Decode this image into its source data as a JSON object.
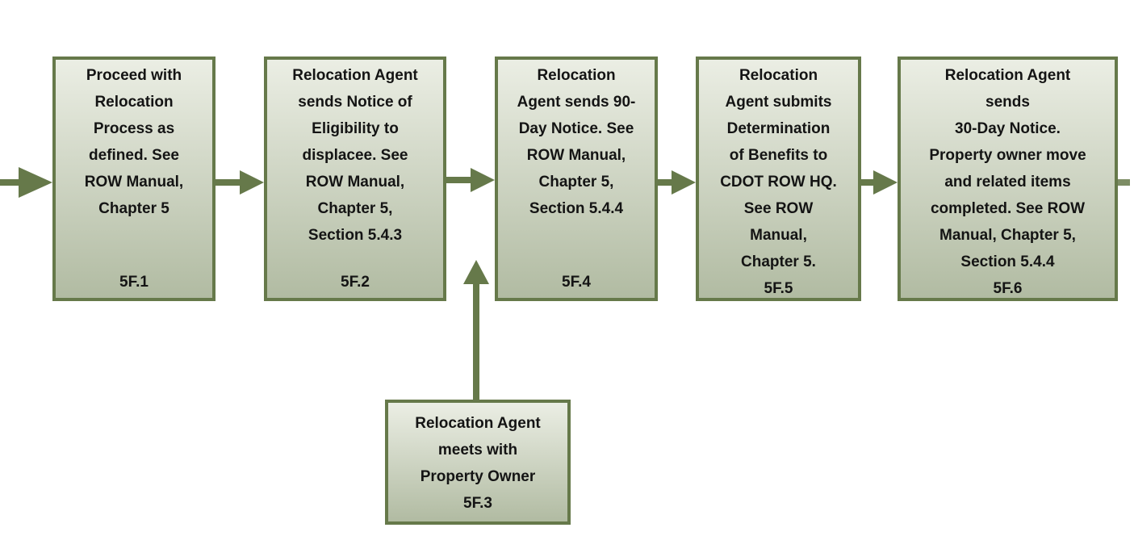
{
  "diagram": {
    "name": "Relocation process flowchart",
    "colors": {
      "accent": "#66794a",
      "box_fill_top": "#ebeee4",
      "box_fill_bottom": "#b1bba2",
      "text": "#141414"
    },
    "boxes": [
      {
        "id": "5F.1",
        "lines": [
          "Proceed with",
          "Relocation",
          "Process as",
          "defined. See",
          "ROW Manual,",
          "Chapter 5"
        ]
      },
      {
        "id": "5F.2",
        "lines": [
          "Relocation Agent",
          "sends Notice of",
          "Eligibility to",
          "displacee.  See",
          "ROW Manual,",
          "Chapter 5,",
          "Section 5.4.3"
        ]
      },
      {
        "id": "5F.4",
        "lines": [
          "Relocation",
          "Agent sends 90-",
          "Day Notice.  See",
          "ROW Manual,",
          "Chapter 5,",
          "Section 5.4.4"
        ]
      },
      {
        "id": "5F.5",
        "lines": [
          "Relocation",
          "Agent submits",
          "Determination",
          "of Benefits to",
          "CDOT ROW HQ.",
          "See ROW",
          "Manual,",
          "Chapter 5."
        ]
      },
      {
        "id": "5F.6",
        "lines": [
          "Relocation Agent",
          "sends",
          "30-Day Notice.",
          "Property owner move",
          "and related items",
          "completed.  See ROW",
          "Manual, Chapter 5,",
          "Section 5.4.4"
        ]
      },
      {
        "id": "5F.3",
        "lines": [
          "Relocation Agent",
          "meets with",
          "Property Owner"
        ]
      }
    ]
  }
}
